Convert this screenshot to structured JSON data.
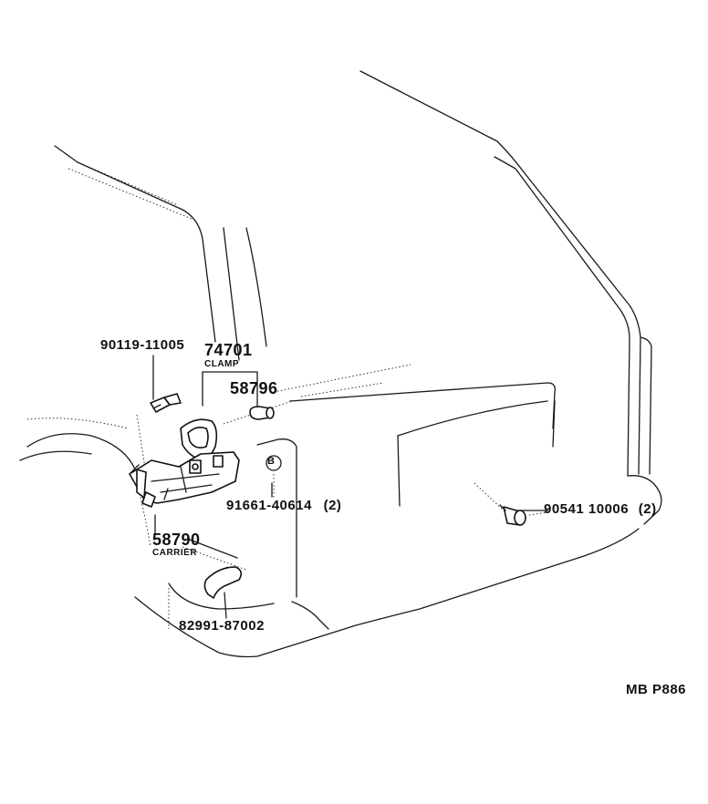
{
  "diagram": {
    "parts": [
      {
        "number": "90119-11005",
        "name": ""
      },
      {
        "number": "74701",
        "name": "CLAMP"
      },
      {
        "number": "58796",
        "name": ""
      },
      {
        "number": "91661-40614",
        "qty": "(2)",
        "name": ""
      },
      {
        "number": "58790",
        "name": "CARRIER"
      },
      {
        "number": "82991-87002",
        "name": ""
      },
      {
        "number": "90541 10006",
        "qty": "(2)",
        "name": ""
      }
    ],
    "callout_b": "B",
    "reference_code": "MB P886"
  }
}
